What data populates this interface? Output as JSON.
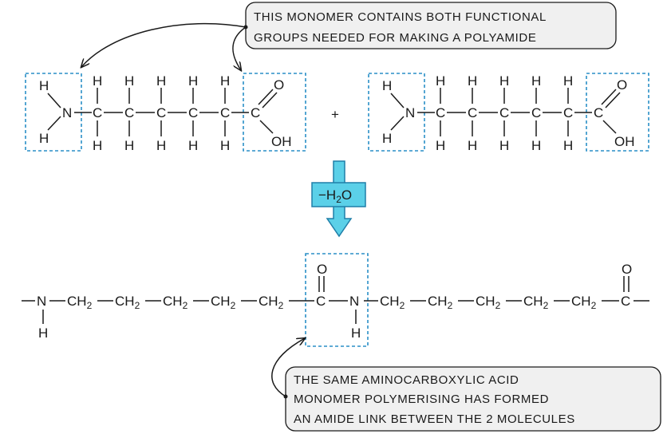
{
  "top_callout": {
    "line1": "THIS MONOMER CONTAINS BOTH FUNCTIONAL",
    "line2": "GROUPS NEEDED FOR MAKING A POLYAMIDE"
  },
  "bottom_callout": {
    "line1": "THE SAME AMINOCARBOXYLIC ACID",
    "line2": "MONOMER POLYMERISING HAS FORMED",
    "line3": "AN AMIDE LINK BETWEEN THE 2 MOLECULES"
  },
  "reaction": {
    "plus": "+",
    "condition_prefix": "−H",
    "condition_sub": "2",
    "condition_suffix": "O"
  },
  "atoms": {
    "H": "H",
    "N": "N",
    "C": "C",
    "O": "O",
    "OH": "OH",
    "CH": "CH",
    "sub2": "2"
  },
  "colors": {
    "dashed_box": "#2a8fc7",
    "arrow_fill": "#5bd0e8",
    "arrow_stroke": "#1f7fa8",
    "callout_fill": "#f0f0f0"
  }
}
